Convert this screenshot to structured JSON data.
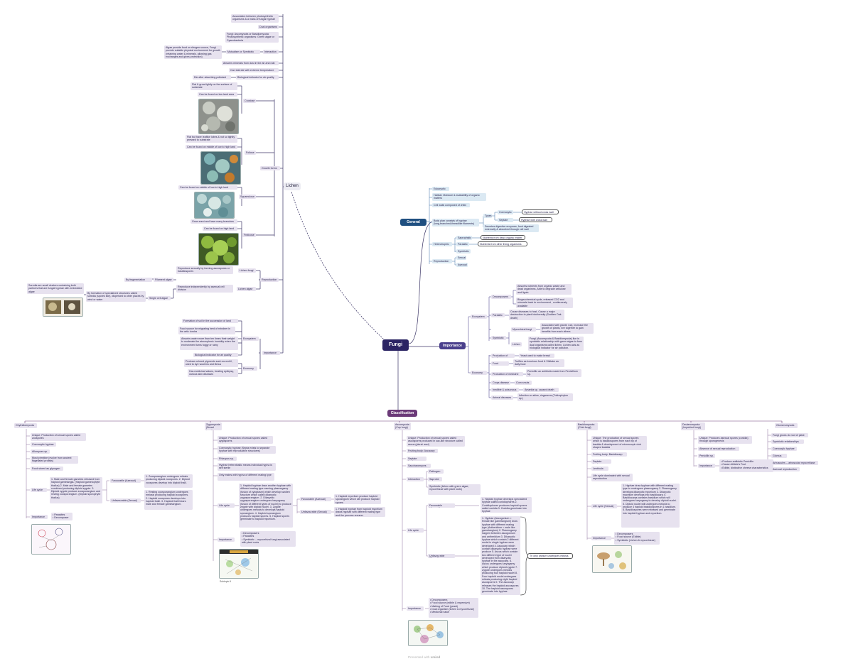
{
  "colors": {
    "root": "#2b2463",
    "branch_blue": "#1f4f80",
    "branch_purple": "#4a3f8c",
    "classification": "#6b3a78",
    "node_purple": "#e7e2ef",
    "node_blue": "#dbe9f3",
    "line_dark": "#3b3566",
    "line_blue": "#5a86b5"
  },
  "root": {
    "label": "Fungi"
  },
  "lichen": {
    "label": "Lichen",
    "interaction": {
      "label": "Interaction",
      "items": [
        "Association between photosynthetic organisms & a mass of fungal hyphae",
        "Dual organisms",
        "Fungi: Ascomycota or Basidiomycota Photosynthetic organisms: Green algae or Cyanobacteria",
        "Mutualism or Symbiotic",
        "Algae provide food or nitrogen source, Fungi provide suitable physical environment for growth (retaining water & minerals, allowing gas exchanges and gives protection)"
      ]
    },
    "misc": [
      "Absorbs minerals from dust in the air and rain",
      "Can tolerate with extreme temperature",
      "Biological indicator for air quality",
      "Die after absorbing pollutant"
    ],
    "growth_forms": {
      "label": "Growth forms",
      "crustose": {
        "label": "Crustose",
        "items": [
          "Flat & grow tightly on the surface of substrate",
          "Can be found on low land area"
        ]
      },
      "foliose": {
        "label": "Foliose",
        "items": [
          "Flat but have leaflike lobes & not so tightly pressed to substrate",
          "Can be found on middle of low to high land"
        ]
      },
      "squamulose": {
        "label": "Squamulose",
        "items": [
          "Can be found on middle of low to high land"
        ]
      },
      "fruticose": {
        "label": "Fruticose",
        "items": [
          "Grow erect and have many branches",
          "Can be found on high land"
        ]
      }
    },
    "reproduction": {
      "label": "Reproduction",
      "lichen_fungi": {
        "label": "Lichen fungi",
        "text": "Reproduce sexually by forming ascospores or basidiospores"
      },
      "lichen_algae": {
        "label": "Lichen algae",
        "text": "Reproduce independently by asexual cell division"
      },
      "filament_algae": {
        "label": "Filament algae",
        "text": "By fragmentation"
      },
      "single_cell_algae": {
        "label": "Single cell algae",
        "text": "By formation of specialized structures called soredia (spores like), dispersed to other places by wind or water"
      },
      "soredia_note": "Soredia are small clusters containing both partners that are fungal hyphae with embedded algae"
    },
    "importance": {
      "label": "Importance",
      "ecosystem": {
        "label": "Ecosystem",
        "items": [
          "Formation of soil in the succession of land",
          "Food source for migrating herd of reindeer in the artic tundra",
          "Absorbs water more than ten times their weight to moderate the atmospheric humidity when the environment turns foggy or rainy",
          "Biological indicator for air quality"
        ]
      },
      "economy": {
        "label": "Economy",
        "items": [
          "Produce colored pigments such as orchil, used to dye woolens and litmus",
          "Has medicinal values, treating epilepsy, various skin diseases"
        ]
      }
    }
  },
  "general": {
    "label": "General",
    "items": [
      "Eukaryotic",
      "Habitat: Moisture & availability of organic matters",
      "Cell walls composed of chitin",
      "Body plan consists of hyphae (long,branched,threadlike filaments)"
    ],
    "types": {
      "label": "Types",
      "coenocytic": "Coenocytic",
      "coenocytic_note": "Hyphae without cross wall",
      "septate": "Septate",
      "septate_note": "Hyphae with cross wall"
    },
    "secretes": "Secretes digestive enzymes, food digested externally & absorbed through cell wall",
    "heterotrophic": {
      "label": "Heterotrophic",
      "saprophytic": "Saprophytic",
      "saprophytic_note": "Nutrients from dead organic matter",
      "parasitic": "Parasitic",
      "parasitic_note": "Nutrients from other living organisms",
      "symbiotic": "Symbiotic"
    },
    "reproduction": {
      "label": "Reproduction",
      "sexual": "Sexual",
      "asexual": "Asexual"
    }
  },
  "importance": {
    "label": "Importance",
    "ecosystem": {
      "label": "Ecosystem",
      "decomposers": {
        "label": "Decomposers",
        "items": [
          "Absorbs nutrients from organic waste and dead organisms, Able to degrade cellulose and lignin.",
          "Biogeochemical cycle, released CO2 and minerals back to environment , continuously available"
        ]
      },
      "parasitic": {
        "label": "Parasitic",
        "text": "Cause diseases to host, Cause a major destruction to plant biodiversity (Sudden Oak death)"
      },
      "symbiotic": {
        "label": "Symbiotic",
        "mycorrhizal": "Mycorrhizal fungi",
        "mycorrhizal_note": "Associated with plants' root, increase the growth of plants, live together to gain benefits from each others",
        "lichen": "Lichen",
        "lichen_note": "Fungi (Ascomycota & Basidiomycota) live in symbiotic relationship with green algae to form dual organisms called lichen. Lichen acts as biological indicator for air pollution."
      }
    },
    "economy": {
      "label": "Economy",
      "rows": [
        {
          "label": "Production of food",
          "note": "Yeast used to make bread"
        },
        {
          "label": "Food sources",
          "note": "Truffles as luxurious food & Shiitake as daily food"
        },
        {
          "label": "Production of medicine",
          "note": "Penicillin an antibiotic made from Penicillium sp."
        },
        {
          "label": "Crops disease",
          "note": "Corn smuts"
        },
        {
          "label": "Inedible & poisonous",
          "note": "Amanita sp. caused death"
        },
        {
          "label": "Animal diseases",
          "note": "Infection on skins, ringworms (Trichophyton sp.)"
        }
      ]
    }
  },
  "classification": {
    "label": "Classification",
    "chytridiomycota": {
      "label": "Chytridiomycota",
      "items": [
        "Unique: Production of sexual spores called zoospores",
        "Coenocytic hyphae",
        "Allomyces sp.",
        "Most primitive (evolve from ancient flagellated protists)",
        "Food stored as glycogen"
      ],
      "life_cycle": {
        "label": "Life cycle",
        "text": "1. Male and female gametes released from haploid gametangia. (Haploid gametophyte thallus) 2. Male and female gametes combined producing diploid zygote. 3. Diploid zygote produce zoosporangium and resting zoosporangium. (Diploid sporophyte thallus)",
        "favourable": "Favourable (Asexual)",
        "favourable_note": "1. Zoosporangium undergoes mitosis producing diploid zoospores. 2. Diploid zoospores develop into diploid thalli.",
        "unfavourable": "Unfavourable (Sexual)",
        "unfavourable_note": "1. Resting zoosporangium undergoes meiosis producing haploid zoospores. 2. Haploid zoospores develops into haploid thalli. 3. Haploid thalli bears male and female gametangium."
      },
      "importance": {
        "label": "Importance",
        "items": [
          "• Parasites",
          "• Decomposer"
        ]
      }
    },
    "zygomycota": {
      "label": "Zygomycota (Bread fungi)",
      "items": [
        "Unique: Production of sexual spores called zygospores",
        "Coenocytic hyphae (Septa exists to separate hyphae with reproductive structures)",
        "Rhizopus sp.",
        "Hyphae heterothallic means individual hypha is self sterile",
        "Only mates with hypha of different mating type"
      ],
      "life_cycle": {
        "label": "Life cycle",
        "text": "1. Haploid hyphae draw another hyphae with different mating type causing plasmogamy (fusion of cytoplasm) which develop swollen structure which called dikaryotic zygosporangium. 2. Dikaryotic zygosporangium undergoes karyogamy (fusion of different types of nuclei) to produce zygote with diploid nuclei. 3. Zygote undergoes meiosis to develops haploid sporangium. 4. Haploid sporangium produces haploid spores. 5. Haploid spores germinate to haploid mycelium.",
        "favourable": "Favourable (Asexual)",
        "favourable_note": "1. Haploid mycelium produce haploid sporangium which will produce haploid spores",
        "unfavourable": "Unfavourable (Sexual)",
        "unfavourable_note": "1. Haploid hyphae from haploid mycelium draws hyphae with different mating type and the process resume."
      },
      "importance": {
        "label": "Importance",
        "items": [
          "• Decomposers",
          "• Parasites",
          "• Symbiotic -- mycorrhizal fungi associated with plant roots"
        ]
      },
      "caption": "Subtopic 6"
    },
    "ascomycota": {
      "label": "Ascomycota (Cup fungi)",
      "items": [
        "Unique: Production of sexual spores called ascospores produced in sac-like structure called ascus (plural: asci)",
        "Fruiting body: Ascocarp",
        "Septate hyphae",
        "Saccharomyces sp."
      ],
      "interaction": {
        "label": "Interaction",
        "items": [
          "Pathogen",
          "Saprobe",
          "Symbiotic (lichen with green algae, mycorrhizae with plant roots)"
        ]
      },
      "life_cycle": {
        "label": "Life cycle",
        "favourable": "Favourable (Asexual)",
        "favourable_note": "1. Haploid hyphae develops specialized hyphae called conidiophores 2. Conidiophores produces haploid spores called conidia 3. Conidia germinate into hyphae",
        "unfavourable": "Unfavourable (Sexual)",
        "unfavourable_note": "1. Hyphae (Ascogonium = female like gametangium) draw hyphae with different mating type (Antheridium = male like gametangium) 2. Plasmogamy happen between ascogonium and antheridium 3. Dikaryotic hyphae which contain 2 different nuclei in single hyphae were developed 4. Ascocarp which contain dikaryotic hyphae were produce 5. Ascus which contain two different type of nuclei developed from dikaryotic hyphae in the ascocarp. 6. Ascus undergoes karyogamy which produce diploid zygote 7. Zygote undergoes meiosis producing four haploid nuclei 8. Four haploid nuclei undergoes mitosis producing eight haploid ascospores 9. The ascocarp releases the haploid ascospores 10. The haploid ascospores germinate into hyphae",
        "brace_note": "Th only phylum undergoes mitosis"
      },
      "importance": {
        "label": "Importance",
        "items": [
          "• Decomposers",
          "• Food source (edible & expensive)",
          "• Making of Food (yeast)",
          "• Dual organism (lichen & mycorrhizae)",
          "• Medicinal value"
        ]
      }
    },
    "basidiomycota": {
      "label": "Basidiomycota (Club fungi)",
      "items": [
        "Unique: The production of sexual spores which is basidiospores from each tip of basidia & development of microscopic club shaped basidia",
        "Fruiting body: Basidiocarp",
        "Septate hyphae",
        "Lentinula sp.",
        "Life cycle dominated with sexual reproduction"
      ],
      "life_cycle": {
        "label": "Life cycle (Sexual)",
        "text": "1. Hyphae draw hyphae with different mating type to undergoes plasmogamy 2. Plasmogamy develops dikaryotic mycelium 3. Dikaryotic mycelium develops into basidiocarp 4. Basidiocarps contains basidium which will undergoes karyogamy to develop diploid nuclei. 5. Diploid nuclei will undergoes meiosis to produce 4 haploid basidiospores in 1 basidium. 6. Basidiospores were released and germinate into haploid hyphae and mycelium."
      },
      "importance": {
        "label": "Importance",
        "items": [
          "• Decomposers",
          "• Food source (Edible)",
          "• Symbiotic (Lichen & mycorrhizae)"
        ]
      }
    },
    "deuteromycota": {
      "label": "Deuteromycota (Imperfect fungi)",
      "items": [
        "Unique: Produces asexual spores (conidia) through sporogenesis",
        "Absence of sexual reproduction",
        "Penicillin sp."
      ],
      "importance": {
        "label": "Importance",
        "items": [
          "• Produce antibiotic Penicillin",
          "• Cause Athlete's Foot",
          "• Edible, distinctive cheese characteristics"
        ]
      }
    },
    "glomeromycota": {
      "label": "Glomeromycota",
      "items": [
        "Fungi grows do root of plant",
        "Symbiotic relationships",
        "Coenocytic hyphae",
        "Glomus sp.",
        "Arbuscules -- arbuscular mycorrhizae",
        "Asexual reproduction"
      ]
    }
  },
  "footer": {
    "prefix": "Presented with",
    "brand": "xmind"
  }
}
